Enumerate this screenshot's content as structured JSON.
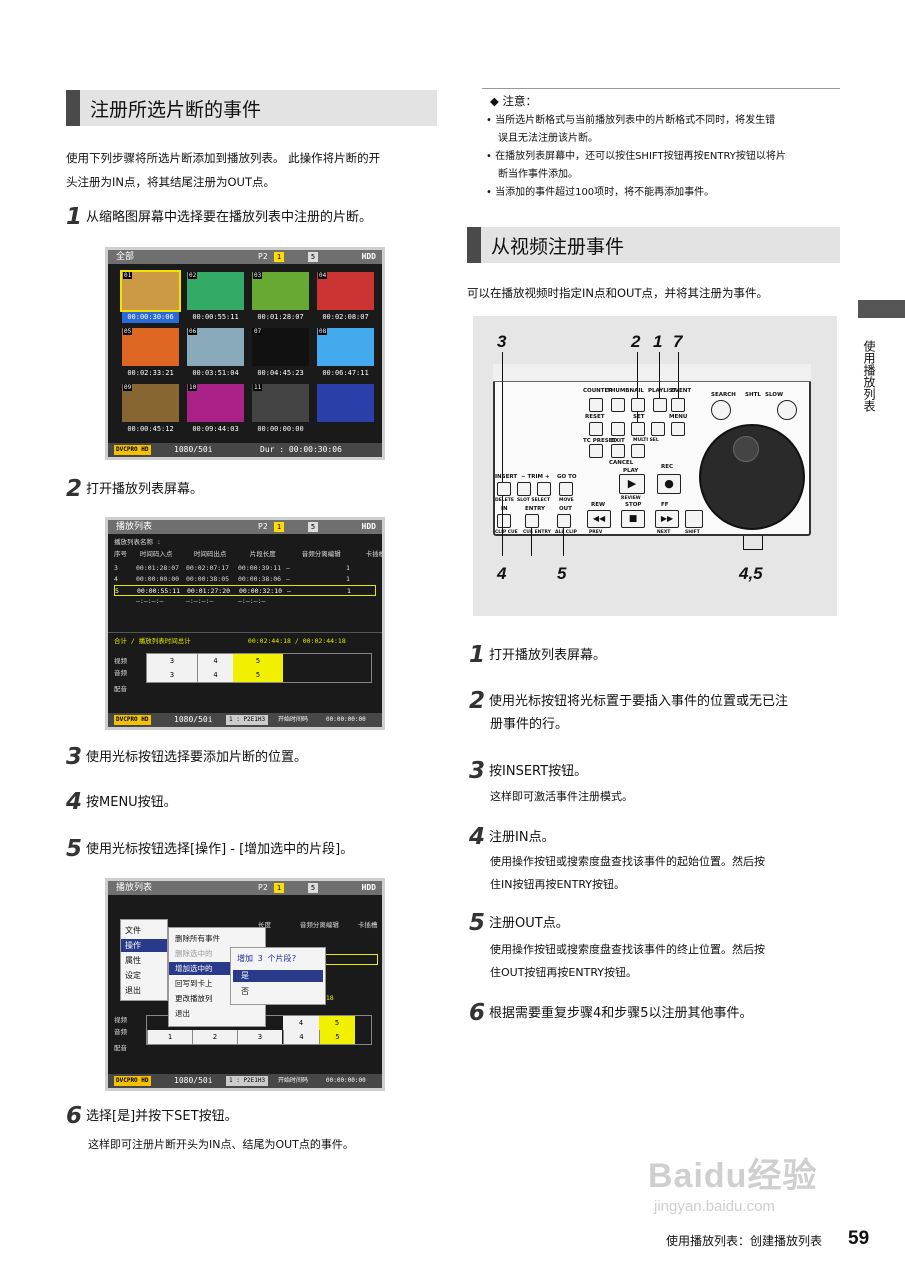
{
  "left": {
    "section_title": "注册所选片断的事件",
    "intro_line1": "使用下列步骤将所选片断添加到播放列表。 此操作将片断的开",
    "intro_line2": "头注册为IN点，将其结尾注册为OUT点。",
    "steps": [
      {
        "num": "1",
        "text": "从缩略图屏幕中选择要在播放列表中注册的片断。"
      },
      {
        "num": "2",
        "text": "打开播放列表屏幕。"
      },
      {
        "num": "3",
        "text": "使用光标按钮选择要添加片断的位置。"
      },
      {
        "num": "4",
        "text": "按MENU按钮。"
      },
      {
        "num": "5",
        "text": "使用光标按钮选择[操作] - [增加选中的片段]。"
      },
      {
        "num": "6",
        "text": "选择[是]并按下SET按钮。",
        "sub": "这样即可注册片断开头为IN点、结尾为OUT点的事件。"
      }
    ]
  },
  "shot1": {
    "header": "全部",
    "p2": "P2",
    "slot1": "1",
    "slot2": "5",
    "hdd": "HDD",
    "ids": [
      "01",
      "02",
      "03",
      "04",
      "05",
      "06",
      "07",
      "08",
      "09",
      "10",
      "11",
      ""
    ],
    "timecodes": [
      "00:00:30:06",
      "00:00:55:11",
      "00:01:28:07",
      "00:02:08:07",
      "00:02:33:21",
      "00:03:51:04",
      "00:04:45:23",
      "00:06:47:11",
      "00:00:45:12",
      "00:09:44:03",
      "00:00:00:00",
      ""
    ],
    "footer_logo": "DVCPRO HD",
    "footer_format": "1080/50i",
    "footer_dur": "Dur : 00:00:30:06"
  },
  "shot2": {
    "header": "播放列表",
    "p2": "P2",
    "slot1": "1",
    "slot2": "5",
    "hdd": "HDD",
    "name_label": "播放列表名称 :",
    "columns": [
      "序号",
      "时间码入点",
      "时间码出点",
      "片段长度",
      "音频分离编辑",
      "卡插槽"
    ],
    "rows": [
      [
        "3",
        "00:01:28:07",
        "00:02:07:17",
        "00:00:39:11",
        "—",
        "1"
      ],
      [
        "4",
        "00:00:00:00",
        "00:00:38:05",
        "00:00:38:06",
        "—",
        "1"
      ],
      [
        "5",
        "00:00:55:11",
        "00:01:27:20",
        "00:00:32:10",
        "—",
        "1"
      ],
      [
        "",
        "—:—:—:—",
        "—:—:—:—",
        "—:—:—:—",
        "",
        ""
      ]
    ],
    "total_label": "合计 / 播放列表时间总计",
    "total_value": "00:02:44:18 / 00:02:44:18",
    "video_label": "视频",
    "audio_label": "音频",
    "dub_label": "配音",
    "track_cells": [
      "3",
      "4",
      "5"
    ],
    "footer_logo": "DVCPRO HD",
    "footer_format": "1080/50i",
    "footer_media": "1 : P2E1H3",
    "footer_time_label": "开始时间码",
    "footer_time": "00:00:00:00"
  },
  "shot3": {
    "header": "播放列表",
    "p2": "P2",
    "slot1": "1",
    "slot2": "5",
    "hdd": "HDD",
    "menu1": [
      "文件",
      "操作",
      "属性",
      "设定",
      "退出"
    ],
    "menu2": [
      "删除所有事件",
      "删除选中的",
      "增加选中的",
      "回写到卡上",
      "更改播放列",
      "退出"
    ],
    "dialog_title": "增加 3 个片段?",
    "dialog_yes": "是",
    "dialog_no": "否",
    "col_hint1": "长度",
    "col_hint2": "音频分离编辑",
    "col_hint3": "卡插槽",
    "track_top": [
      "4",
      "5"
    ],
    "track_bottom": [
      "1",
      "2",
      "3",
      "4",
      "5"
    ],
    "total_value": "4:18",
    "footer_logo": "DVCPRO HD",
    "footer_format": "1080/50i",
    "footer_media": "1 : P2E1H3",
    "footer_time_label": "开始时间码",
    "footer_time": "00:00:00:00"
  },
  "note": {
    "title": "◆ 注意：",
    "items": [
      "当所选片断格式与当前播放列表中的片断格式不同时，将发生错",
      "误且无法注册该片断。",
      "在播放列表屏幕中，还可以按住SHIFT按钮再按ENTRY按钮以将片",
      "断当作事件添加。",
      "当添加的事件超过100项时，将不能再添加事件。"
    ]
  },
  "right": {
    "section_title": "从视频注册事件",
    "intro": "可以在播放视频时指定IN点和OUT点，并将其注册为事件。",
    "steps": [
      {
        "num": "1",
        "text": "打开播放列表屏幕。"
      },
      {
        "num": "2",
        "text": "使用光标按钮将光标置于要插入事件的位置或无已注",
        "text2": "册事件的行。"
      },
      {
        "num": "3",
        "text": "按INSERT按钮。",
        "sub": "这样即可激活事件注册模式。"
      },
      {
        "num": "4",
        "text": "注册IN点。",
        "sub": "使用操作按钮或搜索度盘查找该事件的起始位置。然后按",
        "sub2": "住IN按钮再按ENTRY按钮。"
      },
      {
        "num": "5",
        "text": "注册OUT点。",
        "sub": "使用操作按钮或搜索度盘查找该事件的终止位置。然后按",
        "sub2": "住OUT按钮再按ENTRY按钮。"
      },
      {
        "num": "6",
        "text": "根据需要重复步骤4和步骤5以注册其他事件。"
      }
    ]
  },
  "panel": {
    "callouts_top": [
      "3",
      "2",
      "1",
      "7"
    ],
    "callouts_bottom": [
      "4",
      "5",
      "4,5"
    ],
    "labels": {
      "counter": "COUNTER",
      "thumbnail": "THUMBNAIL",
      "playlist": "PLAYLIST",
      "event": "EVENT",
      "search": "SEARCH",
      "shtl": "SHTL",
      "slow": "SLOW",
      "reset": "RESET",
      "set": "SET",
      "menu": "MENU",
      "tc_preset": "TC PRESET",
      "exit": "EXIT",
      "multi_sel": "MULTI SEL",
      "cancel": "CANCEL",
      "insert": "INSERT",
      "trim": "− TRIM +",
      "go_to": "GO TO",
      "delete": "DELETE",
      "slot_select": "SLOT SELECT",
      "move": "MOVE",
      "play": "PLAY",
      "rec": "REC",
      "review": "REVIEW",
      "rew": "REW",
      "stop": "STOP",
      "ff": "FF",
      "in": "IN",
      "entry": "ENTRY",
      "out": "OUT",
      "clip_cue": "CLIP CUE",
      "cue_entry": "CUE ENTRY",
      "all_clip": "ALL CLIP",
      "prev": "PREV",
      "next": "NEXT",
      "shift": "SHIFT"
    }
  },
  "side_tab": "使用播放列表",
  "footer": {
    "text": "使用播放列表：创建播放列表",
    "page": "59"
  },
  "watermark": {
    "main": "Baidu经验",
    "sub": "jingyan.baidu.com"
  }
}
